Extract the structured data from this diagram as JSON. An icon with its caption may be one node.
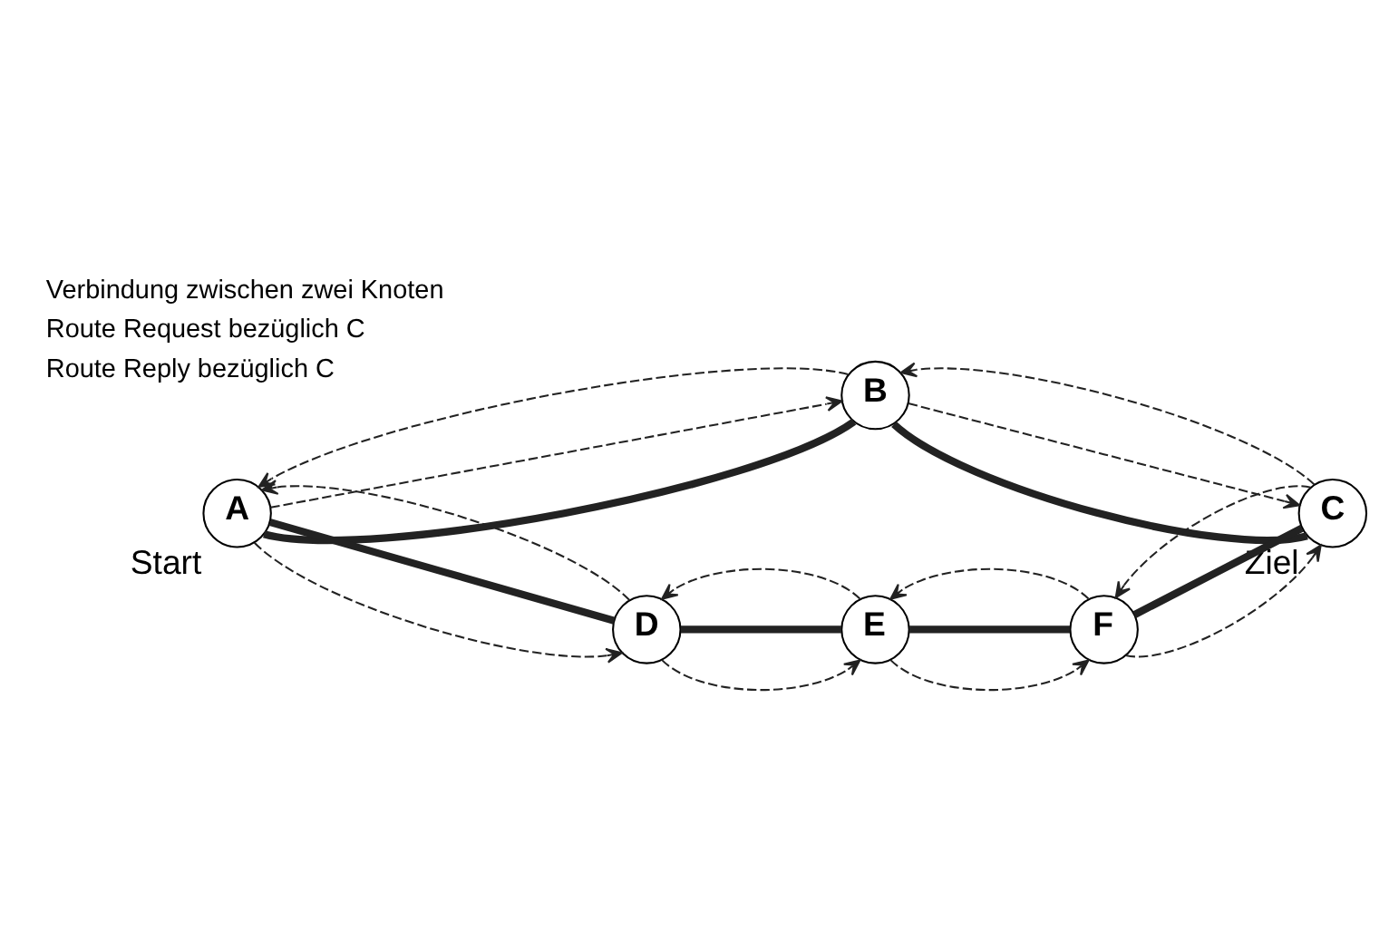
{
  "diagram": {
    "nodes": [
      {
        "text": [
          "A"
        ],
        "beside": [
          "Start"
        ]
      },
      {
        "text": [
          "B"
        ]
      },
      {
        "text": [
          "C"
        ],
        "beside": [
          "Ziel"
        ]
      },
      {
        "text": [
          "D"
        ]
      },
      {
        "text": [
          "E"
        ]
      },
      {
        "text": [
          "F"
        ]
      }
    ],
    "edges": [
      {
        "from": 0,
        "to": 1,
        "arrow": "none",
        "style": "thick"
      },
      {
        "from": 1,
        "to": 2,
        "arrow": "none",
        "style": "thick"
      },
      {
        "from": 2,
        "to": 5,
        "arrow": "none",
        "style": "thick"
      },
      {
        "from": 5,
        "to": 4,
        "arrow": "none",
        "style": "thick"
      },
      {
        "from": 4,
        "to": 3,
        "arrow": "none",
        "style": "thick"
      },
      {
        "from": 3,
        "to": 0,
        "arrow": "none",
        "style": "thick"
      },
      {
        "from": 0,
        "to": 1,
        "arrow": "to",
        "style": "dashed"
      },
      {
        "from": 1,
        "to": 2,
        "arrow": "to",
        "style": "dashed"
      },
      {
        "from": 0,
        "to": 3,
        "arrow": "to",
        "style": "dashed"
      },
      {
        "from": 3,
        "to": 4,
        "arrow": "to",
        "style": "dashed"
      },
      {
        "from": 4,
        "to": 5,
        "arrow": "to",
        "style": "dashed"
      },
      {
        "from": 5,
        "to": 2,
        "arrow": "to",
        "style": "dashed"
      },
      {
        "from": 2,
        "to": 1,
        "arrow": "to",
        "style": "dashed"
      },
      {
        "from": 1,
        "to": 0,
        "arrow": "to",
        "style": "dashed"
      },
      {
        "from": 2,
        "to": 5,
        "arrow": "to",
        "style": "dashed"
      },
      {
        "from": 5,
        "to": 4,
        "arrow": "to",
        "style": "dashed"
      },
      {
        "from": 4,
        "to": 3,
        "arrow": "to",
        "style": "dashed"
      },
      {
        "from": 3,
        "to": 0,
        "arrow": "to",
        "style": "dashed"
      }
    ],
    "legend": [
      {
        "text": "Verbindung zwischen zwei Knoten"
      },
      {
        "text": "Route Request bezüglich C"
      },
      {
        "text": "Route Reply bezüglich C"
      }
    ]
  }
}
